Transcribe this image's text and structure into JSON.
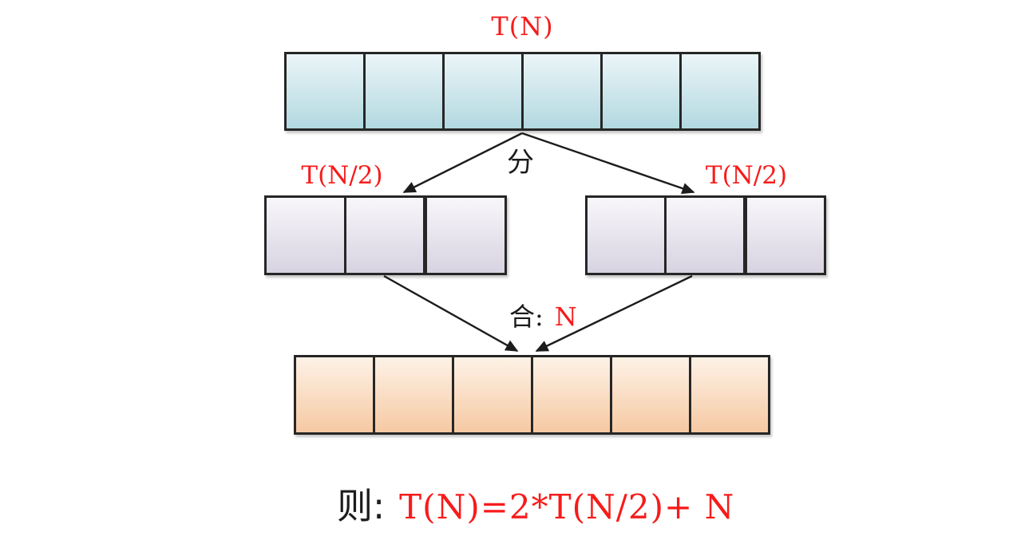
{
  "diagram": {
    "top_label": "T(N)",
    "split_label": "分",
    "left_label": "T(N/2)",
    "right_label": "T(N/2)",
    "merge_label_black": "合:",
    "merge_label_red": "N",
    "formula_prefix": "则:",
    "formula_red": "T(N)=2*T(N/2)+ N",
    "bars": {
      "top": {
        "cells": 6
      },
      "left": {
        "cells": 3
      },
      "right": {
        "cells": 3
      },
      "bottom": {
        "cells": 6
      }
    },
    "colors": {
      "label_red": "#f71b1b",
      "text_black": "#1c1c1c",
      "border": "#262626",
      "top_bar_start": "#ebf5f8",
      "top_bar_end": "#b2d9e0",
      "mid_bar_start": "#f8f6fa",
      "mid_bar_end": "#d8d3e1",
      "bottom_bar_start": "#fdf2e6",
      "bottom_bar_end": "#f6c9a3"
    }
  }
}
